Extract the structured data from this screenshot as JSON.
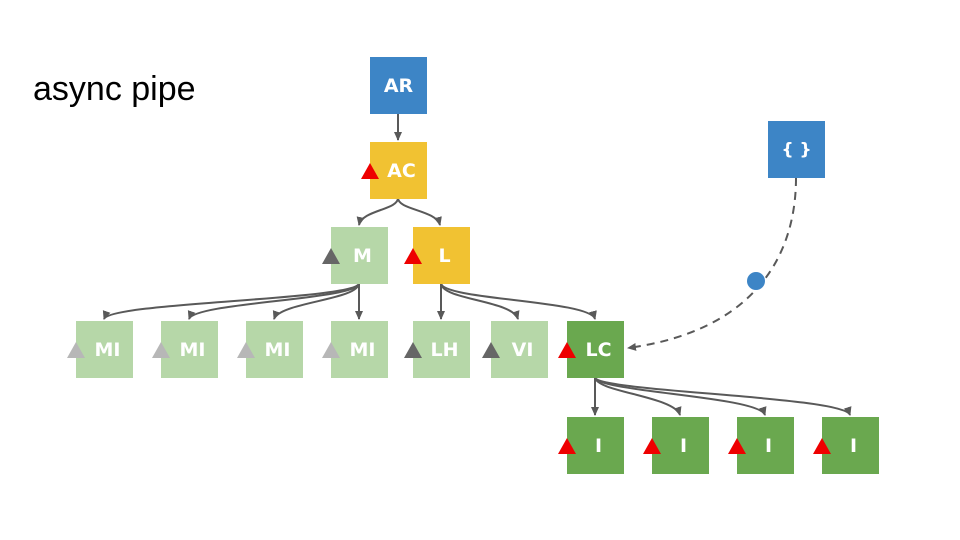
{
  "title": "async pipe",
  "colors": {
    "blue": "#3d85c6",
    "yellow": "#f1c232",
    "light_green": "#b6d7a8",
    "green": "#6aa84f",
    "marker_red": "#ff0000",
    "marker_dark_gray": "#666666",
    "marker_light_gray": "#b7b7b7",
    "edge": "#595959"
  },
  "nodes": {
    "ar": {
      "label": "AR",
      "color": "blue",
      "marker": "none"
    },
    "ac": {
      "label": "AC",
      "color": "yellow",
      "marker": "red"
    },
    "m": {
      "label": "M",
      "color": "light_green",
      "marker": "dark_gray"
    },
    "l": {
      "label": "L",
      "color": "yellow",
      "marker": "red"
    },
    "mi1": {
      "label": "MI",
      "color": "light_green",
      "marker": "light_gray"
    },
    "mi2": {
      "label": "MI",
      "color": "light_green",
      "marker": "light_gray"
    },
    "mi3": {
      "label": "MI",
      "color": "light_green",
      "marker": "light_gray"
    },
    "mi4": {
      "label": "MI",
      "color": "light_green",
      "marker": "light_gray"
    },
    "lh": {
      "label": "LH",
      "color": "light_green",
      "marker": "dark_gray"
    },
    "vi": {
      "label": "VI",
      "color": "light_green",
      "marker": "dark_gray"
    },
    "lc": {
      "label": "LC",
      "color": "green",
      "marker": "red"
    },
    "i1": {
      "label": "I",
      "color": "green",
      "marker": "red"
    },
    "i2": {
      "label": "I",
      "color": "green",
      "marker": "red"
    },
    "i3": {
      "label": "I",
      "color": "green",
      "marker": "red"
    },
    "i4": {
      "label": "I",
      "color": "green",
      "marker": "red"
    },
    "obj": {
      "label": "{ }",
      "color": "blue",
      "marker": "none"
    }
  },
  "edges": [
    [
      "ar",
      "ac"
    ],
    [
      "ac",
      "m"
    ],
    [
      "ac",
      "l"
    ],
    [
      "m",
      "mi1"
    ],
    [
      "m",
      "mi2"
    ],
    [
      "m",
      "mi3"
    ],
    [
      "m",
      "mi4"
    ],
    [
      "l",
      "lh"
    ],
    [
      "l",
      "vi"
    ],
    [
      "l",
      "lc"
    ],
    [
      "lc",
      "i1"
    ],
    [
      "lc",
      "i2"
    ],
    [
      "lc",
      "i3"
    ],
    [
      "lc",
      "i4"
    ]
  ],
  "dashed_edge": {
    "from": "obj",
    "to": "lc",
    "style": "dashed",
    "waypoint": "blue-dot"
  }
}
